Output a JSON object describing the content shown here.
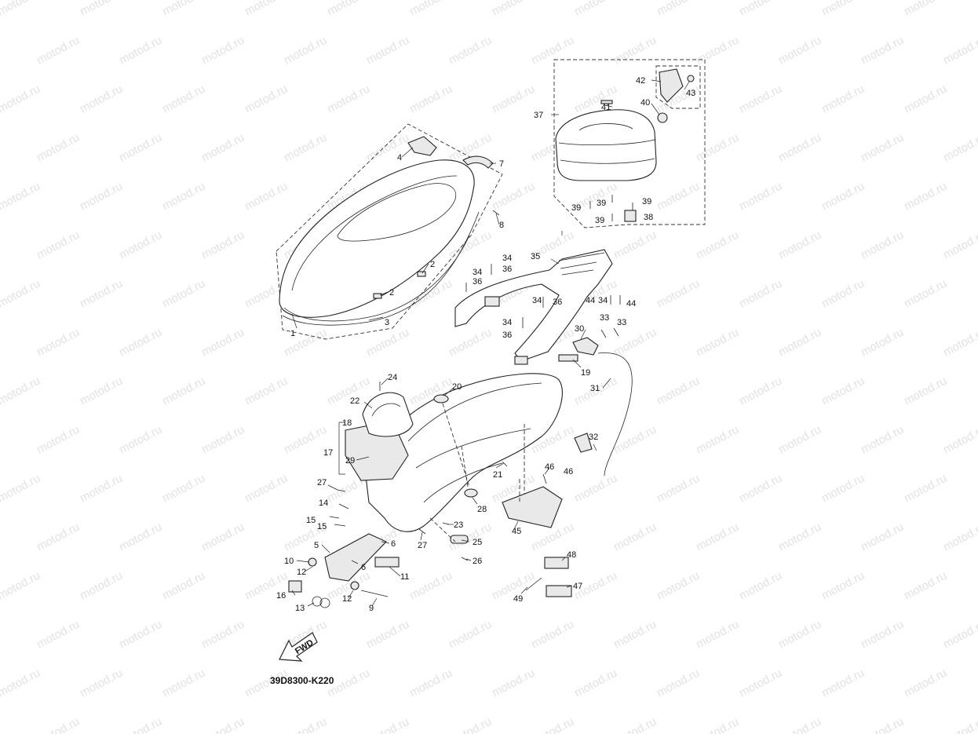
{
  "watermark": {
    "text": "motod.ru"
  },
  "diagram_code": "39D8300-K220",
  "fwd_label": "FWD",
  "callouts": {
    "c1": "1",
    "c2a": "2",
    "c2b": "2",
    "c3": "3",
    "c4": "4",
    "c5": "5",
    "c6a": "6",
    "c6b": "6",
    "c7": "7",
    "c8": "8",
    "c9": "9",
    "c10": "10",
    "c11": "11",
    "c12a": "12",
    "c12b": "12",
    "c13": "13",
    "c14": "14",
    "c15a": "15",
    "c15b": "15",
    "c16": "16",
    "c17": "17",
    "c18": "18",
    "c19": "19",
    "c20": "20",
    "c21": "21",
    "c22": "22",
    "c23": "23",
    "c24": "24",
    "c25": "25",
    "c26": "26",
    "c27a": "27",
    "c27b": "27",
    "c28": "28",
    "c29": "29",
    "c30": "30",
    "c31": "31",
    "c32": "32",
    "c33a": "33",
    "c33b": "33",
    "c34a": "34",
    "c34b": "34",
    "c34c": "34",
    "c34d": "34",
    "c34e": "34",
    "c35": "35",
    "c36a": "36",
    "c36b": "36",
    "c36c": "36",
    "c36d": "36",
    "c37": "37",
    "c38": "38",
    "c39a": "39",
    "c39b": "39",
    "c39c": "39",
    "c39d": "39",
    "c40": "40",
    "c41": "41",
    "c42": "42",
    "c43": "43",
    "c44a": "44",
    "c44b": "44",
    "c45": "45",
    "c46a": "46",
    "c46b": "46",
    "c47": "47",
    "c48": "48",
    "c49": "49"
  }
}
